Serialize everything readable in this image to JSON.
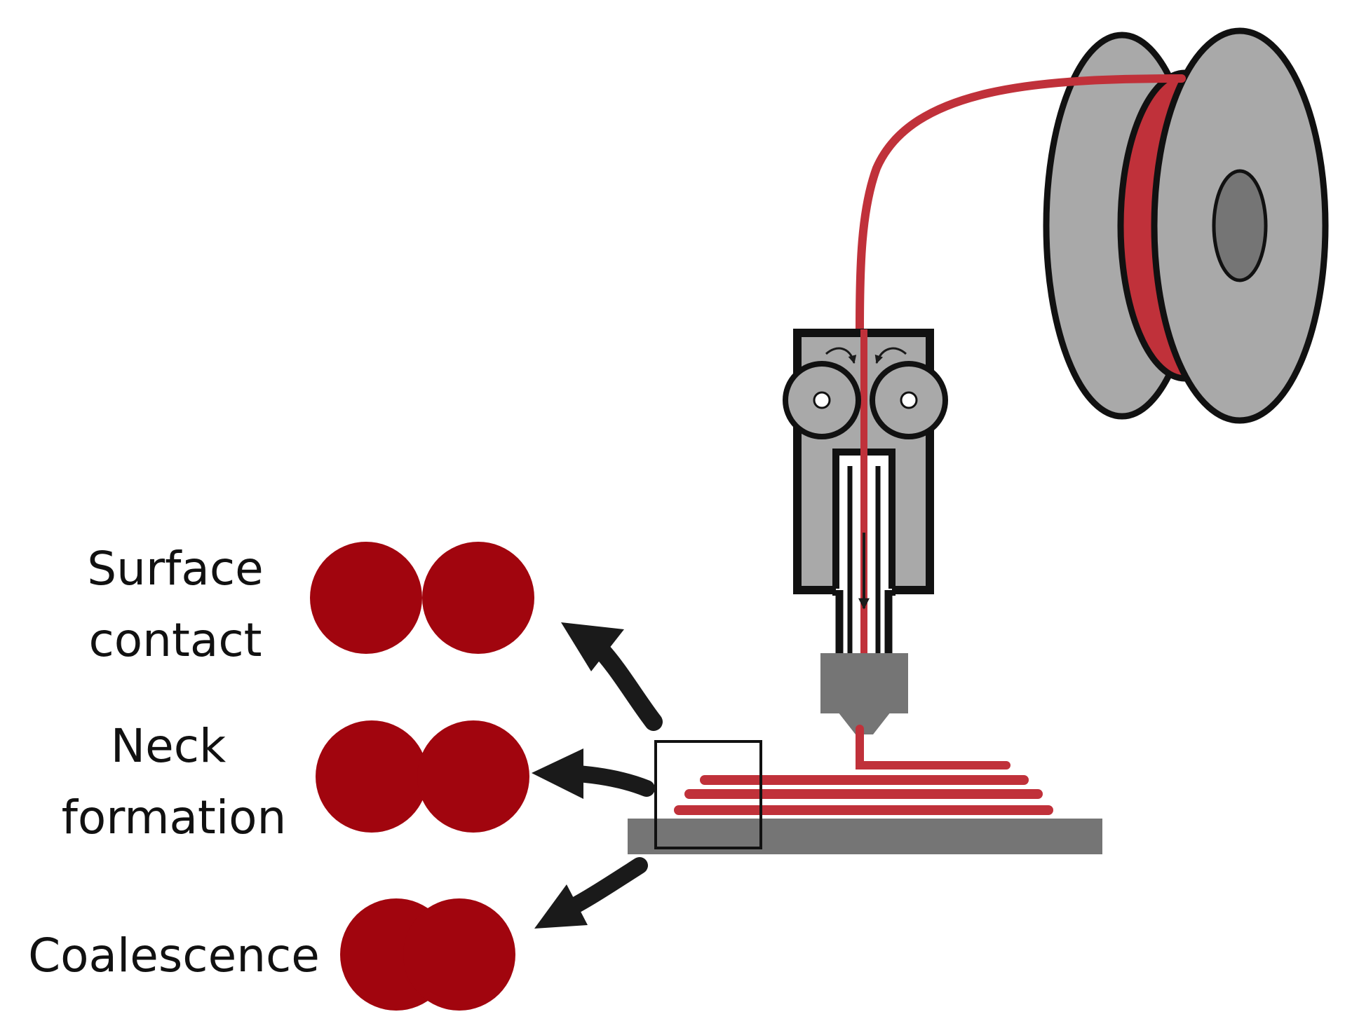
{
  "colors": {
    "filament": "#c0313a",
    "particle": "#a1050e",
    "frame_gray": "#a9a9a9",
    "dark_gray": "#757575",
    "outline": "#111111",
    "arrow": "#1a1a1a"
  },
  "labels": {
    "surface_contact_line1": "Surface",
    "surface_contact_line2": "contact",
    "neck_formation_line1": "Neck",
    "neck_formation_line2": "formation",
    "coalescence": "Coalescence"
  }
}
